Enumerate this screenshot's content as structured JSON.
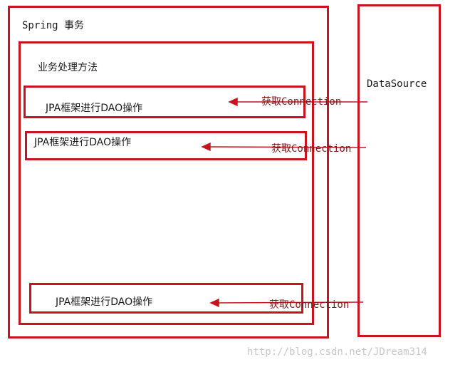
{
  "spring_tx": {
    "title": "Spring 事务"
  },
  "business_method": {
    "title": "业务处理方法"
  },
  "jpa_ops": [
    {
      "label": "JPA框架进行DAO操作",
      "conn_label": "获取Connection"
    },
    {
      "label": "JPA框架进行DAO操作",
      "conn_label": "获取Connection"
    },
    {
      "label": "JPA框架进行DAO操作",
      "conn_label": "获取Connection"
    }
  ],
  "datasource": {
    "title": "DataSource"
  },
  "watermark": "http://blog.csdn.net/JDream314",
  "colors": {
    "box_border": "#c8141e",
    "arrow": "#c8141e",
    "text": "#1a1a1a"
  }
}
